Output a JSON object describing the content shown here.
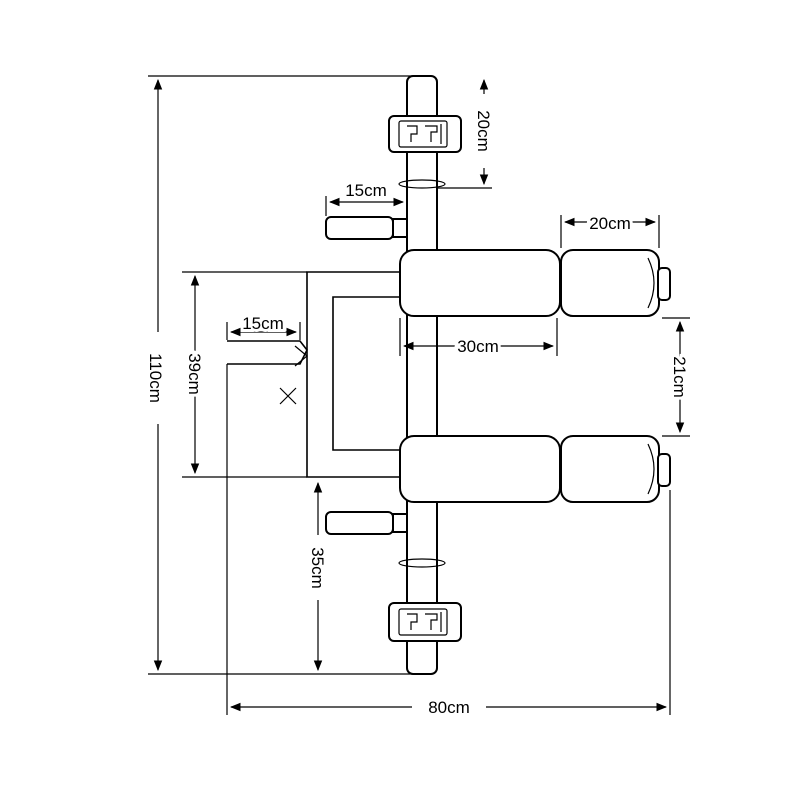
{
  "dimensions": {
    "overall_height": "110cm",
    "overall_width": "80cm",
    "upper_post_top": "20cm",
    "upper_handle": "15cm",
    "back_pad_length": "20cm",
    "seat_pad_length": "30cm",
    "pad_gap": "21cm",
    "frame_depth": "39cm",
    "side_handle": "15cm",
    "lower_post": "35cm"
  }
}
